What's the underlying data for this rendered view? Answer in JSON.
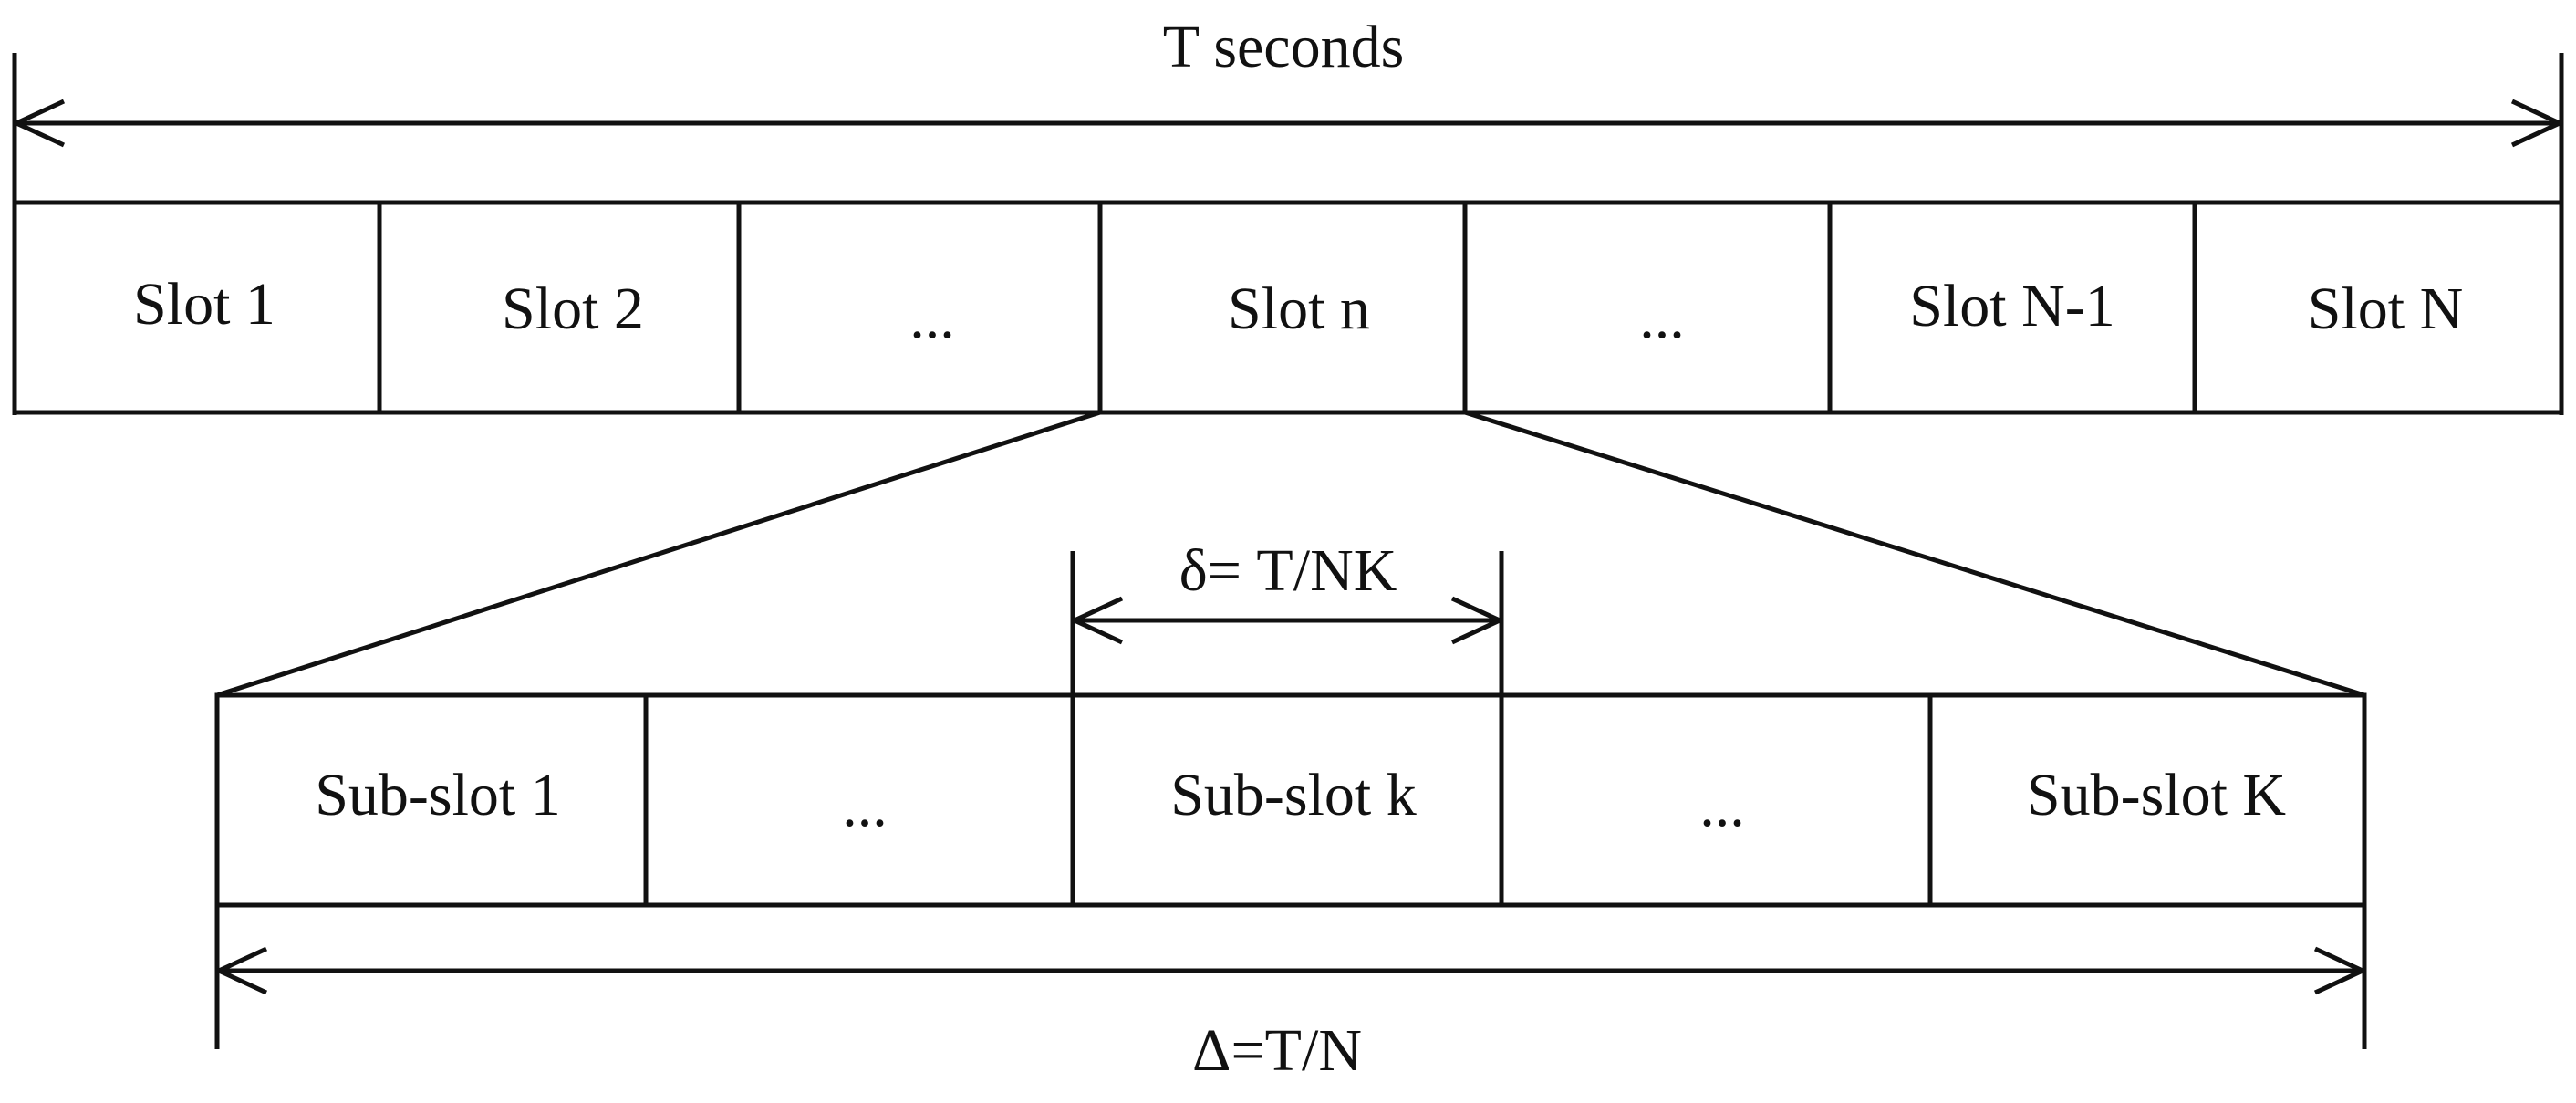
{
  "top": {
    "span_label": "T seconds",
    "slots": [
      "Slot 1",
      "Slot 2",
      "...",
      "Slot n",
      "...",
      "Slot N-1",
      "Slot N"
    ]
  },
  "sub": {
    "delta_small_label": "δ= T/NK",
    "delta_big_label": "Δ=T/N",
    "slots": [
      "Sub-slot 1",
      "...",
      "Sub-slot k",
      "...",
      "Sub-slot K"
    ]
  },
  "colors": {
    "line": "#111111",
    "background": "#ffffff"
  }
}
